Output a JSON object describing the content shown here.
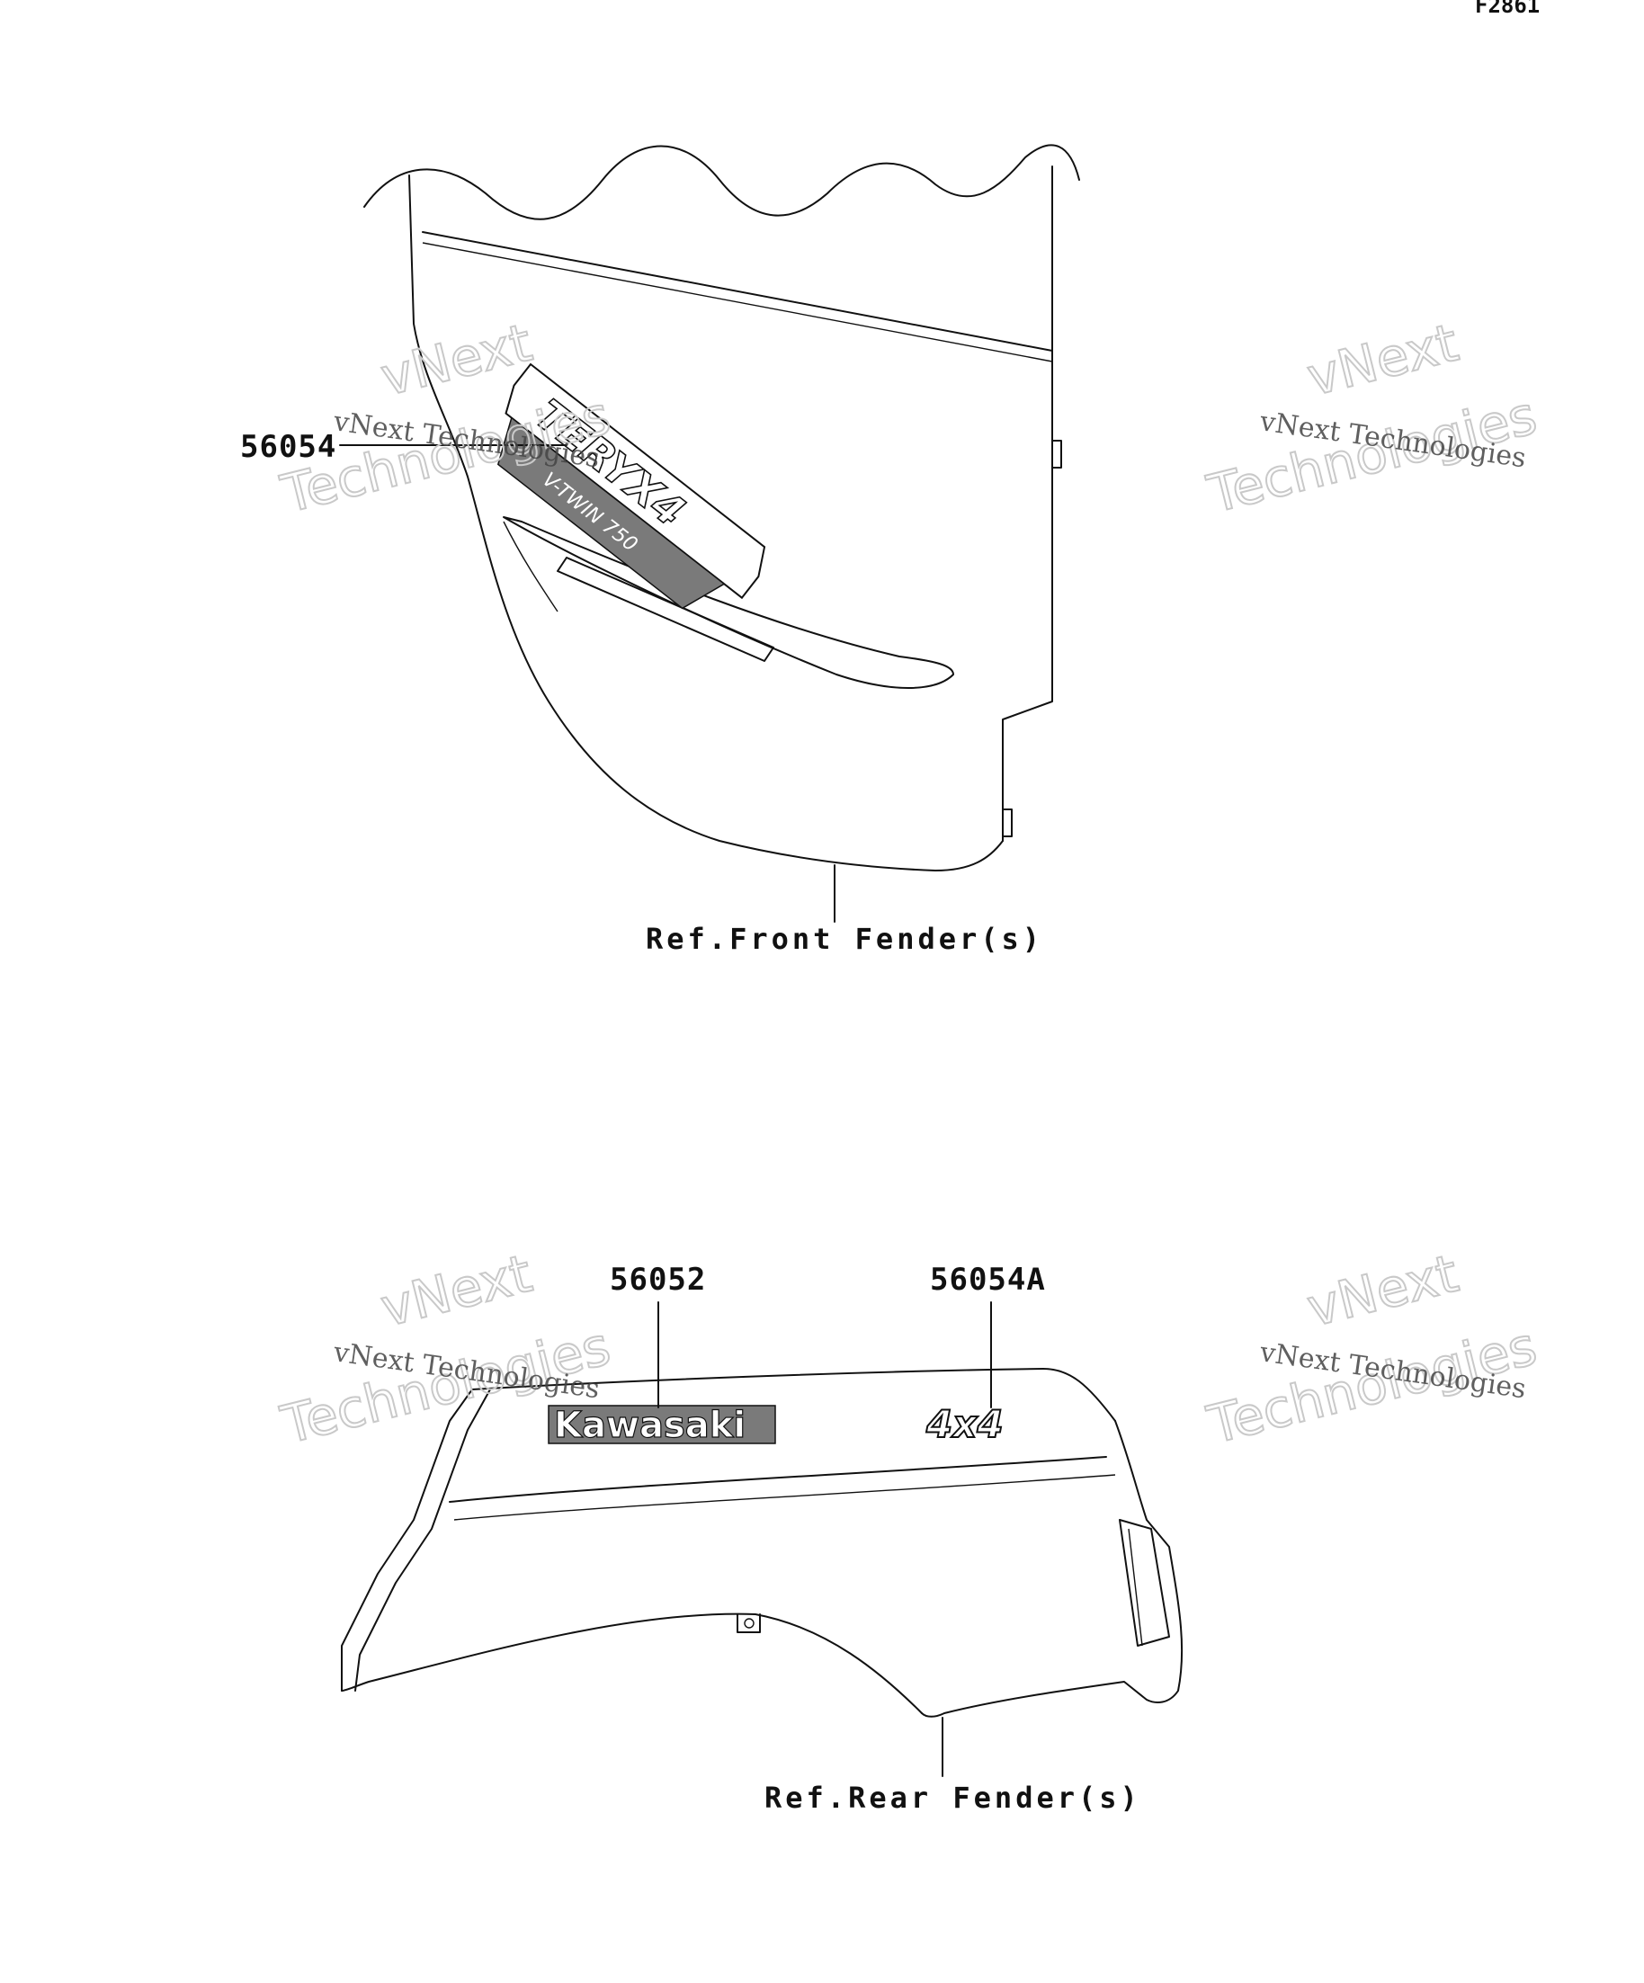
{
  "diagram": {
    "figure_code": "F2861",
    "front": {
      "part_label": "56054",
      "ref_label": "Ref.Front Fender(s)"
    },
    "rear": {
      "part_label_1": "56052",
      "part_label_2": "56054A",
      "ref_label": "Ref.Rear Fender(s)",
      "decal_text_1": "Kawasaki",
      "decal_text_2": "4x4"
    }
  },
  "watermark": {
    "small": "vNext Technologies",
    "big_line_1": "vNext",
    "big_line_2": "Technologies"
  }
}
